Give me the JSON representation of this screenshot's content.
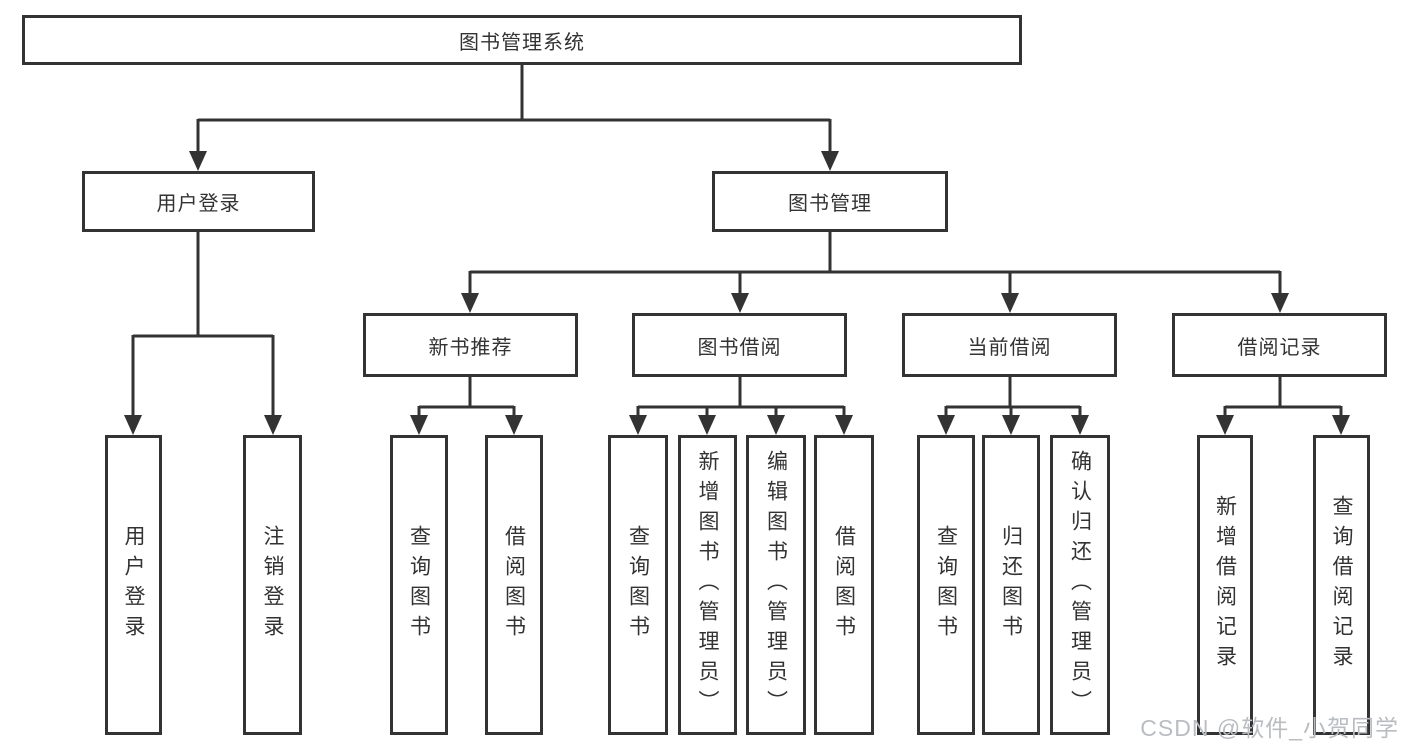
{
  "colors": {
    "line": "#333333",
    "box_border": "#333333",
    "text": "#333333",
    "background": "#ffffff",
    "watermark": "#b9bdc2"
  },
  "watermark": {
    "text": "CSDN @软件_小贺同学"
  },
  "tree": {
    "root": {
      "label": "图书管理系统"
    },
    "children": [
      {
        "label": "用户登录",
        "children": [
          {
            "label": "用户登录"
          },
          {
            "label": "注销登录"
          }
        ]
      },
      {
        "label": "图书管理",
        "children": [
          {
            "label": "新书推荐",
            "children": [
              {
                "label": "查询图书"
              },
              {
                "label": "借阅图书"
              }
            ]
          },
          {
            "label": "图书借阅",
            "children": [
              {
                "label": "查询图书"
              },
              {
                "label": "新增图书（管理员）"
              },
              {
                "label": "编辑图书（管理员）"
              },
              {
                "label": "借阅图书"
              }
            ]
          },
          {
            "label": "当前借阅",
            "children": [
              {
                "label": "查询图书"
              },
              {
                "label": "归还图书"
              },
              {
                "label": "确认归还（管理员）"
              }
            ]
          },
          {
            "label": "借阅记录",
            "children": [
              {
                "label": "新增借阅记录"
              },
              {
                "label": "查询借阅记录"
              }
            ]
          }
        ]
      }
    ]
  }
}
